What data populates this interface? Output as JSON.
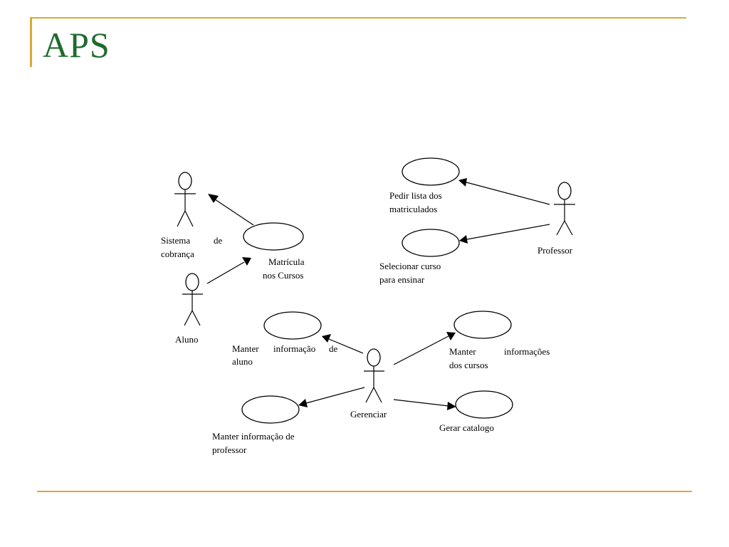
{
  "slide": {
    "title": "APS",
    "accent_color": "#e0a82e",
    "title_color": "#1e6b2e"
  },
  "diagram": {
    "actors": {
      "sistema": {
        "label_line1_left": "Sistema",
        "label_line1_right": "de",
        "label_line2": "cobrança"
      },
      "aluno": {
        "label": "Aluno"
      },
      "professor": {
        "label": "Professor"
      },
      "gerenciar": {
        "label": "Gerenciar"
      }
    },
    "use_cases": {
      "matricula": {
        "line1": "Matrícula",
        "line2": "nos Cursos"
      },
      "pedir_lista": {
        "line1": "Pedir lista dos",
        "line2": "matriculados"
      },
      "selecionar_curso": {
        "line1": "Selecionar curso",
        "line2": "para ensinar"
      },
      "manter_aluno": {
        "line1_a": "Manter",
        "line1_b": "informação",
        "line1_c": "de",
        "line2": "aluno"
      },
      "manter_cursos": {
        "line1_a": "Manter",
        "line1_b": "informações",
        "line2": "dos cursos"
      },
      "manter_professor": {
        "line1": "Manter informação de",
        "line2": "professor"
      },
      "gerar_catalogo": {
        "line1": "Gerar catalogo"
      }
    }
  }
}
